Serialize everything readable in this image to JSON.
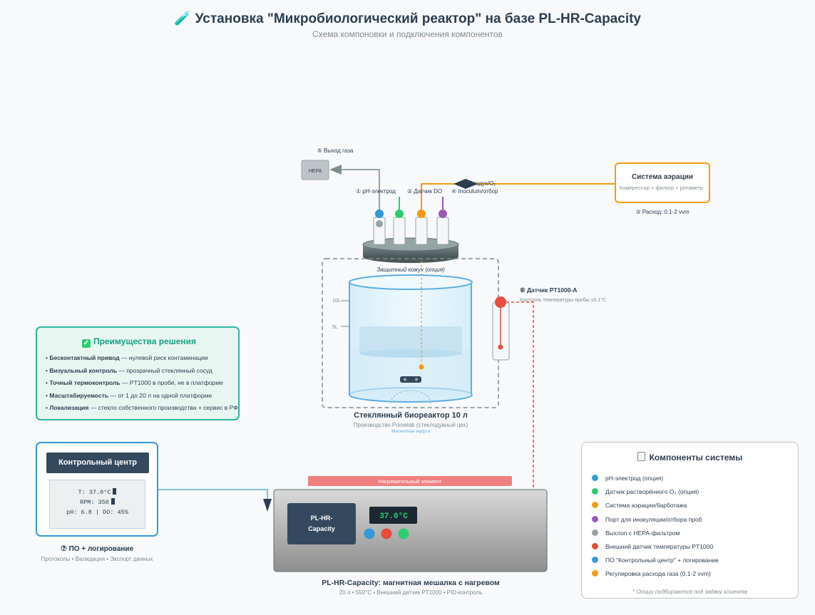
{
  "header": {
    "title": "Установка \"Микробиологический реактор\" на базе PL-HR-Capacity",
    "subtitle": "Схема компоновки и подключения компонентов"
  },
  "gas_outlet": {
    "label": "⑤ Выход газа",
    "hepa": "HEPA"
  },
  "ports": {
    "ph": "① pH-электрод",
    "do": "② Датчик DO",
    "inoculum": "④ Inoculum/отбор",
    "air": "Воздух/O₂"
  },
  "aeration": {
    "title": "Система аэрации",
    "subtitle": "Компрессор + фильтр + ротаметр",
    "flow": "③ Расход: 0.1-2 vvm"
  },
  "reactor": {
    "shield_label": "Защитный кожух (опция)",
    "mark_10": "10L",
    "mark_5": "5L",
    "title": "Стеклянный биореактор 10 л",
    "subtitle": "Производство Primelab (стеклодувный цех)",
    "coupling": "Магнитная муфта"
  },
  "sensor": {
    "title": "⑥ Датчик PT1000-A",
    "subtitle": "Контроль температуры пробы ±0.1°C"
  },
  "advantages": {
    "title": "Преимущества решения",
    "items": [
      {
        "bold": "Бесконтактный привод",
        "text": " — нулевой риск контаминации"
      },
      {
        "bold": "Визуальный контроль",
        "text": " — прозрачный стеклянный сосуд"
      },
      {
        "bold": "Точный термоконтроль",
        "text": " — PT1000 в пробе, не в платформе"
      },
      {
        "bold": "Масштабируемость",
        "text": " — от 1 до 20 л на одной платформе"
      },
      {
        "bold": "Локализация",
        "text": " — стекло собственного производства + сервис в РФ"
      }
    ]
  },
  "control": {
    "title": "Контрольный центр",
    "line1": "T: 37.0°C",
    "line2": "RPM: 350",
    "line3": "pH: 6.8 | DO: 45%",
    "caption": "⑦ ПО + логирование",
    "caption_sub": "Протоколы • Валидация • Экспорт данных"
  },
  "heater": {
    "element_label": "Нагревательный элемент",
    "brand_line1": "PL-HR-",
    "brand_line2": "Capacity",
    "display": "37.0°C",
    "caption": "PL-HR-Capacity: магнитная мешалка с нагревом",
    "caption_sub": "20 л • 550°C • Внешний датчик PT1000 • PID-контроль"
  },
  "components": {
    "title": "Компоненты системы",
    "items": [
      {
        "label": "pH-электрод (опция)",
        "color": "#3498db"
      },
      {
        "label": "Датчик растворённого O₂ (опция)",
        "color": "#2ecc71"
      },
      {
        "label": "Система аэрации/барботажа",
        "color": "#f39c12"
      },
      {
        "label": "Порт для инокуляции/отбора проб",
        "color": "#9b59b6"
      },
      {
        "label": "Выхлоп с HEPA-фильтром",
        "color": "#95a5a6"
      },
      {
        "label": "Внешний датчик температуры PT1000",
        "color": "#e74c3c"
      },
      {
        "label": "ПО \"Контрольный центр\" + логирование",
        "color": "#3498db"
      },
      {
        "label": "Регулировка расхода газа (0.1-2 vvm)",
        "color": "#f39c12"
      }
    ],
    "note": "* Опции подбираются под задачу клиента"
  }
}
